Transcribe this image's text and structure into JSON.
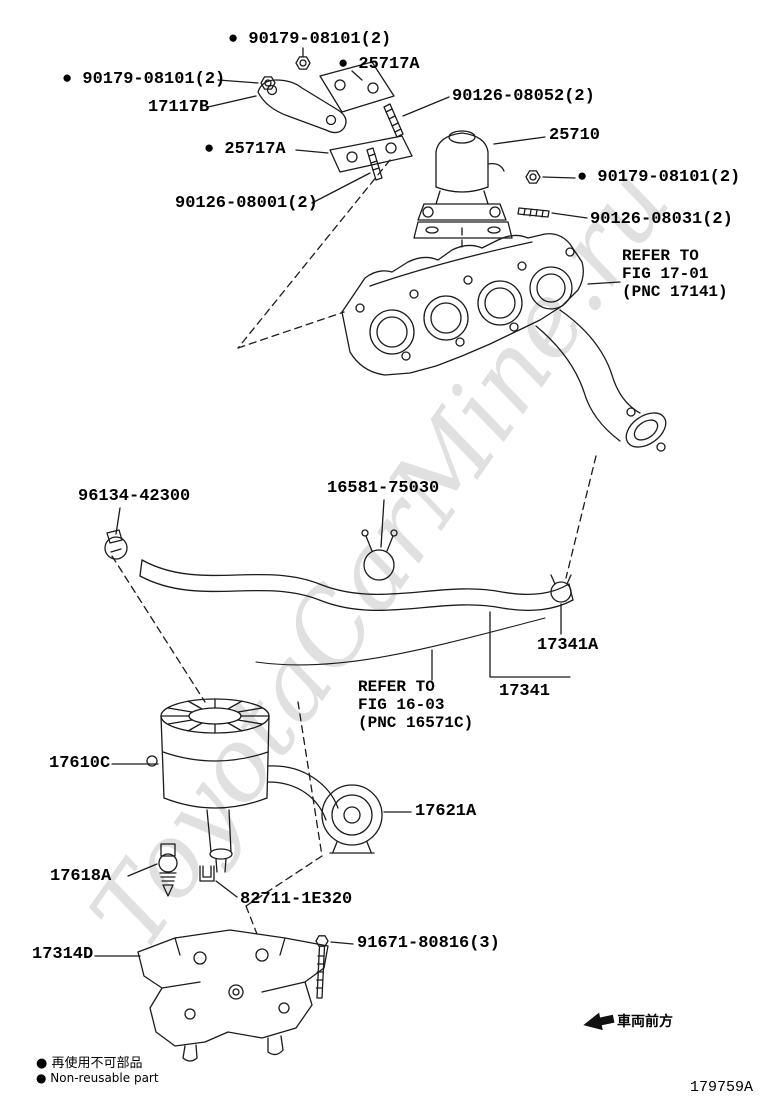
{
  "diagram": {
    "watermark": "ToyotaCarMine.ru",
    "figure_code": "179759A",
    "direction_note": "車両前方",
    "legend": {
      "jp": "● 再使用不可部品",
      "en": "● Non-reusable part"
    }
  },
  "notes": {
    "refer_fig_17": "REFER TO\nFIG 17-01\n(PNC 17141)",
    "refer_fig_16": "REFER TO\nFIG 16-03\n(PNC 16571C)"
  },
  "labels": [
    {
      "part": "90179-08101",
      "text": "● 90179-08101(2)"
    },
    {
      "part": "25717A",
      "text": "● 25717A"
    },
    {
      "part": "90179-08101",
      "text": "● 90179-08101(2)"
    },
    {
      "part": "17117B",
      "text": "17117B"
    },
    {
      "part": "90126-08052",
      "text": "90126-08052(2)"
    },
    {
      "part": "25710",
      "text": "25710"
    },
    {
      "part": "25717A",
      "text": "● 25717A"
    },
    {
      "part": "90179-08101",
      "text": "● 90179-08101(2)"
    },
    {
      "part": "90126-08001",
      "text": "90126-08001(2)"
    },
    {
      "part": "90126-08031",
      "text": "90126-08031(2)"
    },
    {
      "part": "96134-42300",
      "text": "96134-42300"
    },
    {
      "part": "16581-75030",
      "text": "16581-75030"
    },
    {
      "part": "17341A",
      "text": "17341A"
    },
    {
      "part": "17341",
      "text": "17341"
    },
    {
      "part": "17610C",
      "text": "17610C"
    },
    {
      "part": "17621A",
      "text": "17621A"
    },
    {
      "part": "17618A",
      "text": "17618A"
    },
    {
      "part": "82711-1E320",
      "text": "82711-1E320"
    },
    {
      "part": "17314D",
      "text": "17314D"
    },
    {
      "part": "91671-80816",
      "text": "91671-80816(3)"
    }
  ]
}
